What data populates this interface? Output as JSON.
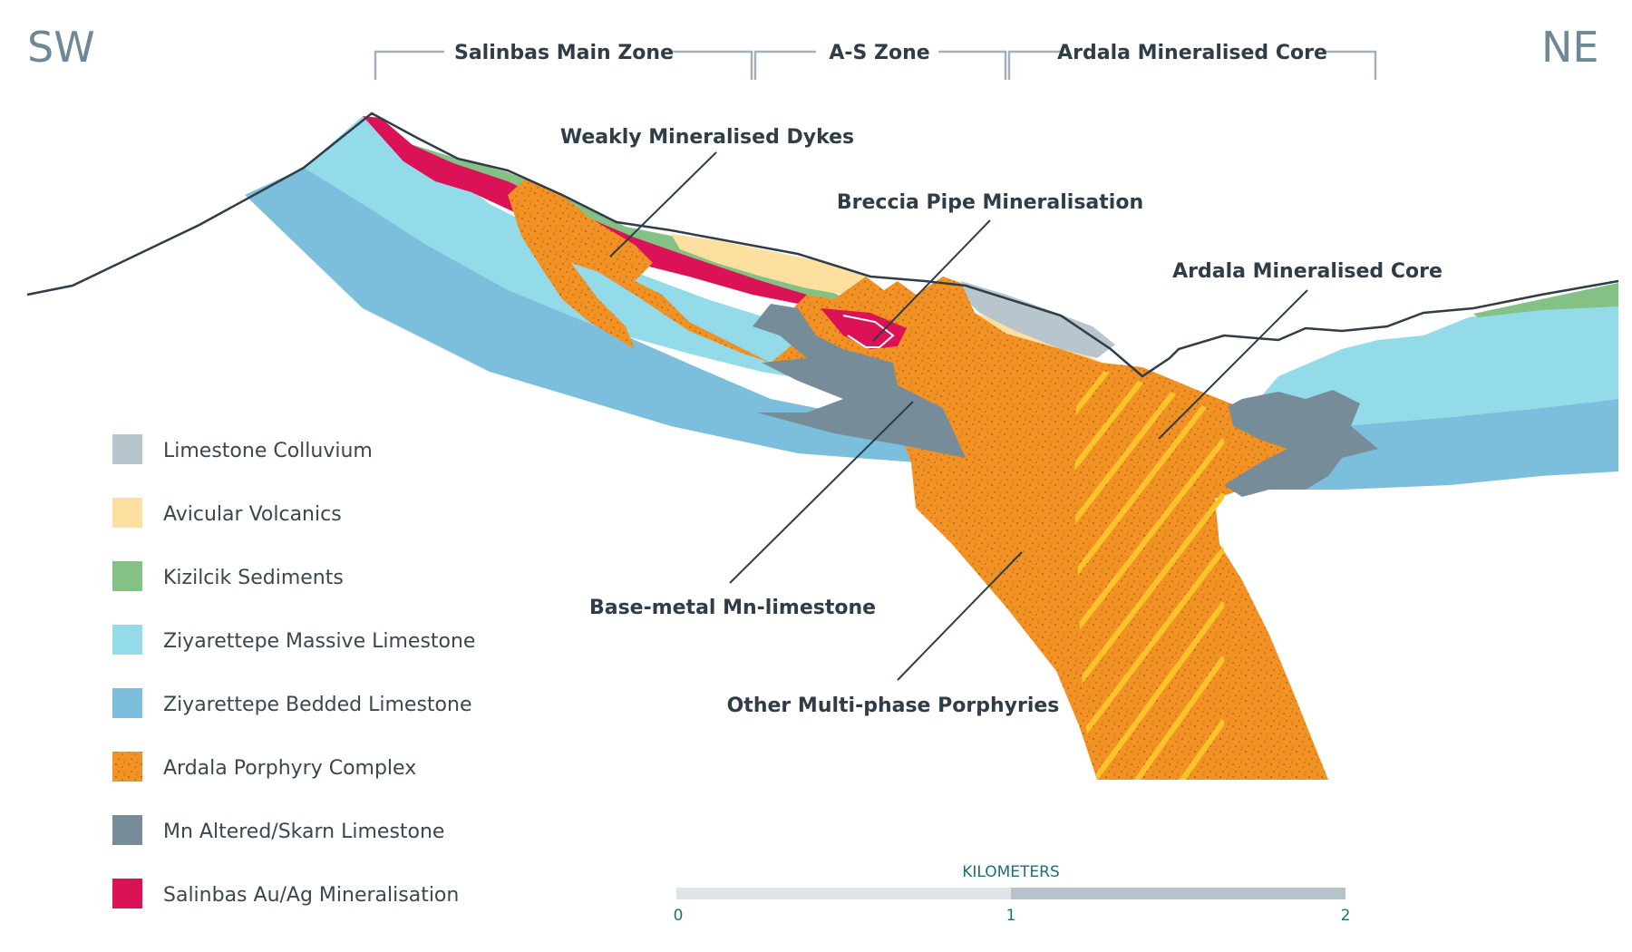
{
  "directions": {
    "left": "SW",
    "right": "NE"
  },
  "zones": [
    {
      "label": "Salinbas Main Zone"
    },
    {
      "label": "A-S Zone"
    },
    {
      "label": "Ardala Mineralised Core"
    }
  ],
  "callouts": {
    "weak_dykes": "Weakly Mineralised Dykes",
    "breccia": "Breccia Pipe Mineralisation",
    "ardala_core": "Ardala Mineralised Core",
    "base_metal": "Base-metal Mn-limestone",
    "multi_phase": "Other Multi-phase Porphyries"
  },
  "legend": [
    {
      "label": "Limestone Colluvium",
      "color": "#b9c5cd"
    },
    {
      "label": "Avicular Volcanics",
      "color": "#fddfa0"
    },
    {
      "label": "Kizilcik Sediments",
      "color": "#84c184"
    },
    {
      "label": "Ziyarettepe Massive Limestone",
      "color": "#93dbe8"
    },
    {
      "label": "Ziyarettepe Bedded Limestone",
      "color": "#7cbfdc"
    },
    {
      "label": "Ardala Porphyry Complex",
      "color": "#f29224"
    },
    {
      "label": "Mn Altered/Skarn Limestone",
      "color": "#768c99"
    },
    {
      "label": "Salinbas Au/Ag Mineralisation",
      "color": "#dc1256"
    }
  ],
  "scale": {
    "title": "KILOMETERS",
    "ticks": [
      "0",
      "1",
      "2"
    ]
  }
}
